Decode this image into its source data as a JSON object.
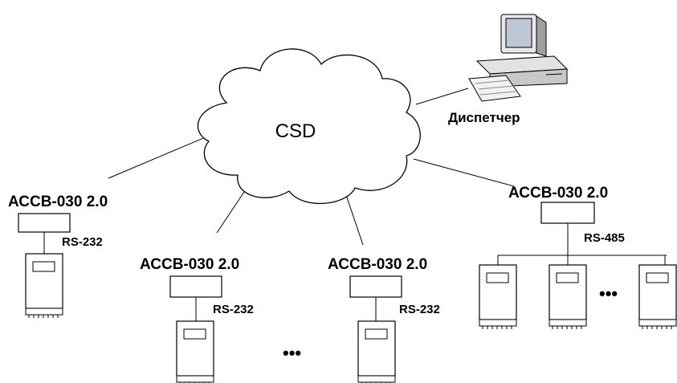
{
  "network": {
    "label": "CSD"
  },
  "dispatcher": {
    "label": "Диспетчер",
    "icon": "desktop-computer-icon"
  },
  "nodes": [
    {
      "device": "АССВ-030 2.0",
      "interface": "RS-232"
    },
    {
      "device": "АССВ-030 2.0",
      "interface": "RS-232"
    },
    {
      "device": "АССВ-030 2.0",
      "interface": "RS-232"
    },
    {
      "device": "АССВ-030 2.0",
      "interface": "RS-485"
    }
  ],
  "ellipsis": "•••",
  "colors": {
    "line": "#000000",
    "cloud": "#ffffff",
    "device": "#ffffff",
    "screen": "#bfc7d4"
  }
}
